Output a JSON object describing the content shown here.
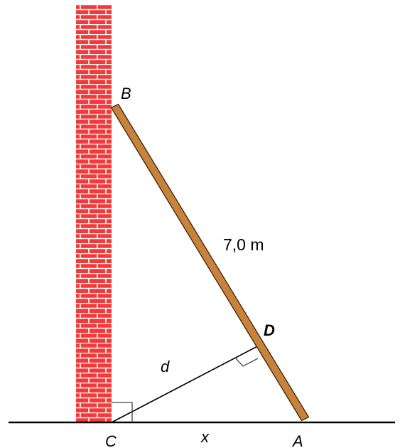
{
  "diagram": {
    "labels": {
      "point_b": "B",
      "point_c": "C",
      "point_a": "A",
      "point_d": "D",
      "ladder_length": "7,0 m",
      "distance_d": "d",
      "distance_x": "x"
    },
    "colors": {
      "brick": "#f23a3a",
      "mortar": "#ffffff",
      "ladder_fill": "#c8823a",
      "ladder_stroke": "#3a2410",
      "line": "#000000",
      "right_angle_marker": "#444444"
    }
  }
}
